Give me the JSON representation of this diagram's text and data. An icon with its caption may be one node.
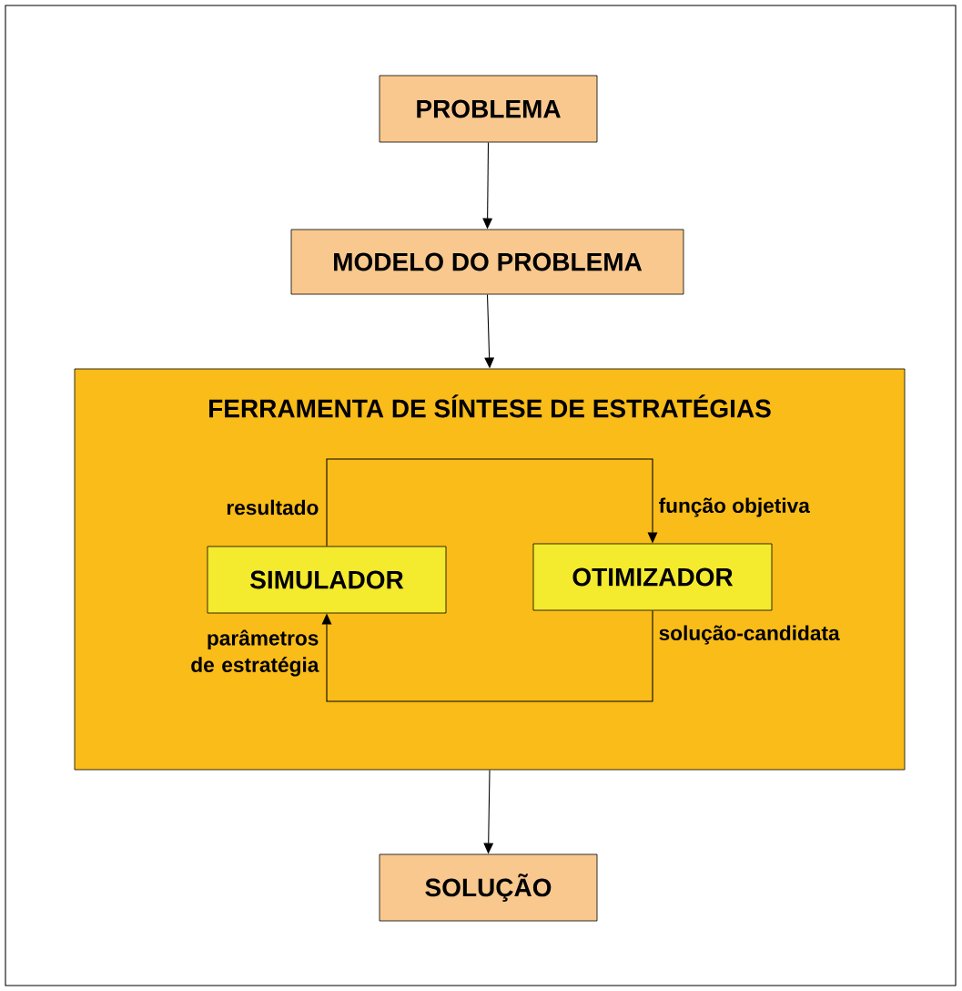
{
  "diagram": {
    "nodes": [
      {
        "text": [
          "PROBLEMA"
        ]
      },
      {
        "text": [
          "MODELO DO PROBLEMA"
        ]
      },
      {
        "text": [
          "FERRAMENTA DE SÍNTESE DE ESTRATÉGIAS"
        ]
      },
      {
        "text": [
          "SIMULADOR"
        ],
        "in": 2
      },
      {
        "text": [
          "OTIMIZADOR"
        ],
        "in": 2
      },
      {
        "text": [
          "SOLUÇÃO"
        ]
      }
    ],
    "edges": [
      {
        "from": 0,
        "to": 1,
        "arrow": "to"
      },
      {
        "from": 1,
        "to": 2,
        "arrow": "to"
      },
      {
        "from": 3,
        "to": 4,
        "arrow": "to"
      },
      {
        "from": 4,
        "to": 3,
        "arrow": "to"
      },
      {
        "from": 2,
        "to": 5,
        "arrow": "to"
      }
    ],
    "labels": [
      "resultado",
      "função objetiva",
      "parâmetros de estratégia",
      "solução-candidata"
    ]
  }
}
